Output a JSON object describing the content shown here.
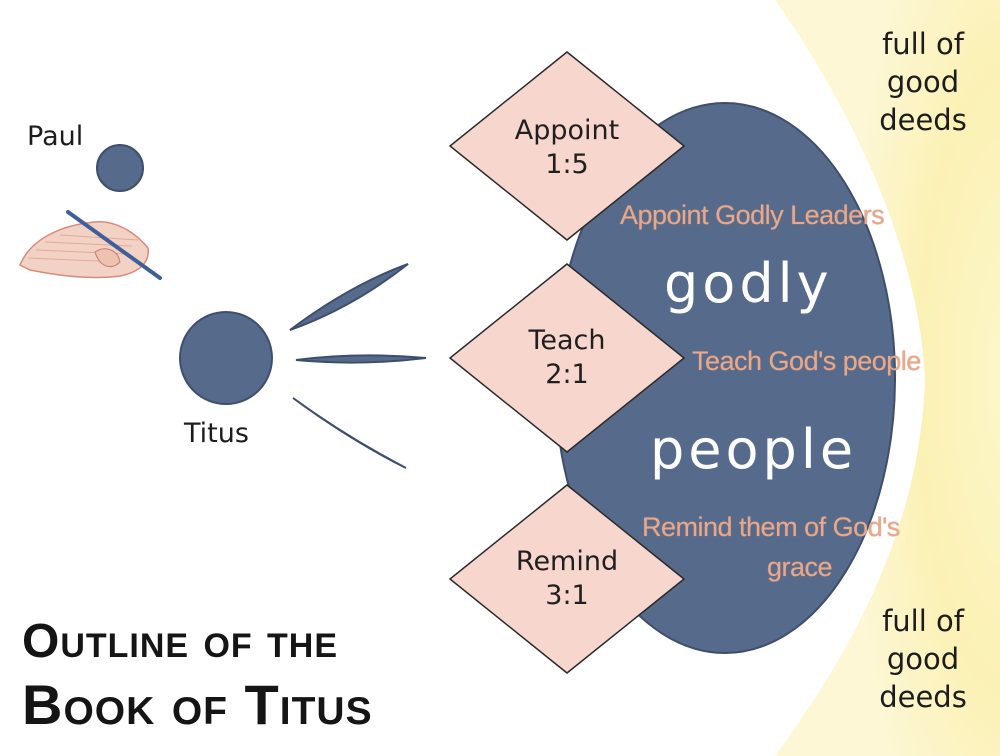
{
  "colors": {
    "circle_fill": "#566a8c",
    "diamond_fill": "#f6d6cd",
    "accent_text": "#e6a98c",
    "glow": "#fbf2b8"
  },
  "paul": {
    "label": "Paul"
  },
  "titus": {
    "label": "Titus"
  },
  "tasks": [
    {
      "name": "Appoint",
      "ref": "1:5",
      "summary": "Appoint Godly Leaders"
    },
    {
      "name": "Teach",
      "ref": "2:1",
      "summary": "Teach God's people"
    },
    {
      "name": "Remind",
      "ref": "3:1",
      "summary_line1": "Remind them of God's",
      "summary_line2": "grace"
    }
  ],
  "center": {
    "word1": "godly",
    "word2": "people"
  },
  "deeds_top": {
    "l1": "full of",
    "l2": "good",
    "l3": "deeds"
  },
  "deeds_bottom": {
    "l1": "full of",
    "l2": "good",
    "l3": "deeds"
  },
  "title": {
    "line1": "Outline of  the",
    "line2": "Book of Titus"
  }
}
